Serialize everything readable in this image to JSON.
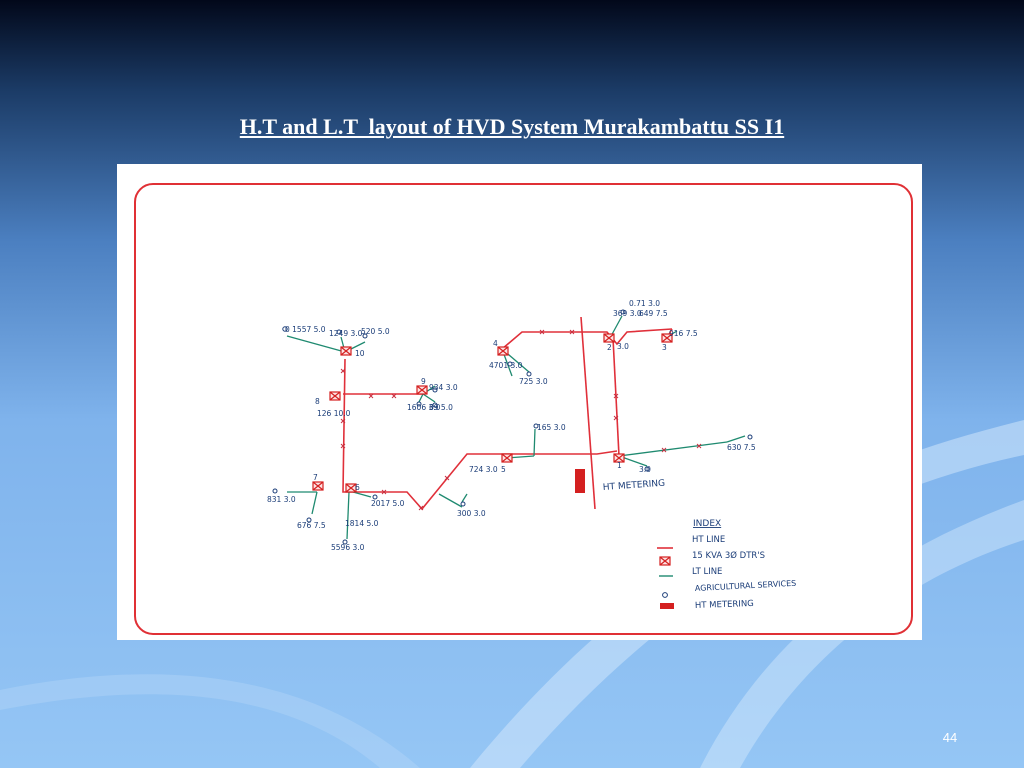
{
  "title": "H.T and L.T  layout of HVD System Murakambattu SS I1",
  "slide_number": "44",
  "diagram": {
    "labels": {
      "ht_metering": "HT METERING",
      "lt_left": "0 1557 5.0",
      "n10_a": "1249 3.0",
      "n10_b": "520 5.0",
      "n10": "10",
      "n9": "9",
      "n9_a": "934 3.0",
      "n9_b": "1606 3.0",
      "n9_c": "69 5.0",
      "n8": "8",
      "n8_a": "126 10.0",
      "n7": "7",
      "n7_a": "831 3.0",
      "n7_b": "676 7.5",
      "n6": "6",
      "n6_a": "1814 5.0",
      "n6_b": "5596 3.0",
      "n6_c": "2017 5.0",
      "n4": "4",
      "n4_a": "4701 3.0",
      "n4_b": "725 3.0",
      "n5": "5",
      "n5_a": "724 3.0",
      "n5_b": "165 3.0",
      "n5_c": "300 3.0",
      "n2": "2",
      "n2_a": "369 3.0",
      "n2_b": "3.0",
      "n2_c": "0.71 3.0",
      "n3": "3",
      "n3_a": "649 7.5",
      "n3_b": "916 7.5",
      "n1": "1",
      "n1_a": "3.0",
      "n1_b": "630 7.5"
    },
    "legend": {
      "heading": "INDEX",
      "items": [
        "HT LINE",
        "15 KVA 3Ø DTR'S",
        "LT LINE",
        "AGRICULTURAL SERVICES",
        "HT METERING"
      ]
    }
  },
  "colors": {
    "ht_line": "#e0303a",
    "lt_line": "#1f8a70",
    "frame": "#e03035",
    "metering": "#d42020",
    "ink": "#1b3d78"
  }
}
